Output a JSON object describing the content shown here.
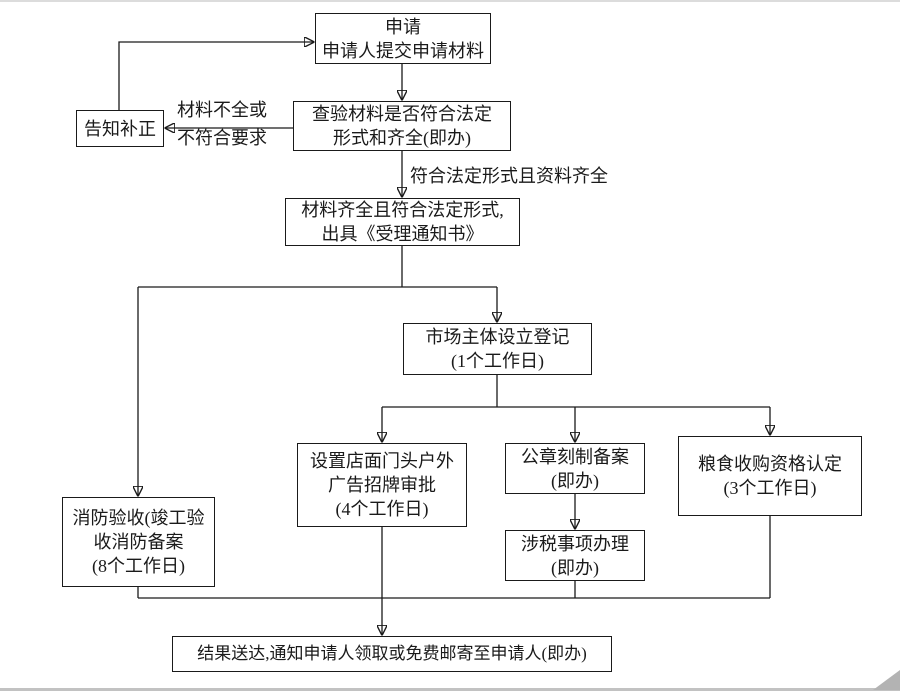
{
  "nodes": {
    "apply": {
      "line1": "申请",
      "line2": "申请人提交申请材料"
    },
    "notify": {
      "line1": "告知补正"
    },
    "check": {
      "line1": "查验材料是否符合法定",
      "line2": "形式和齐全(即办)"
    },
    "accept": {
      "line1": "材料齐全且符合法定形式,",
      "line2": "出具《受理通知书》"
    },
    "register": {
      "line1": "市场主体设立登记",
      "line2": "(1个工作日)"
    },
    "fire": {
      "line1": "消防验收(竣工验",
      "line2": "收消防备案",
      "line3": "(8个工作日)"
    },
    "sign": {
      "line1": "设置店面门头户外",
      "line2": "广告招牌审批",
      "line3": "(4个工作日)"
    },
    "seal": {
      "line1": "公章刻制备案",
      "line2": "(即办)"
    },
    "grain": {
      "line1": "粮食收购资格认定",
      "line2": "(3个工作日)"
    },
    "tax": {
      "line1": "涉税事项办理",
      "line2": "(即办)"
    },
    "result": {
      "line1": "结果送达,通知申请人领取或免费邮寄至申请人(即办)"
    }
  },
  "edge_labels": {
    "incomplete_line1": "材料不全或",
    "incomplete_line2": "不符合要求",
    "complete": "符合法定形式且资料齐全"
  },
  "colors": {
    "line": "#1a1a1a",
    "box_border": "#1a1a1a",
    "text": "#1a1a1a",
    "background": "#ffffff"
  }
}
